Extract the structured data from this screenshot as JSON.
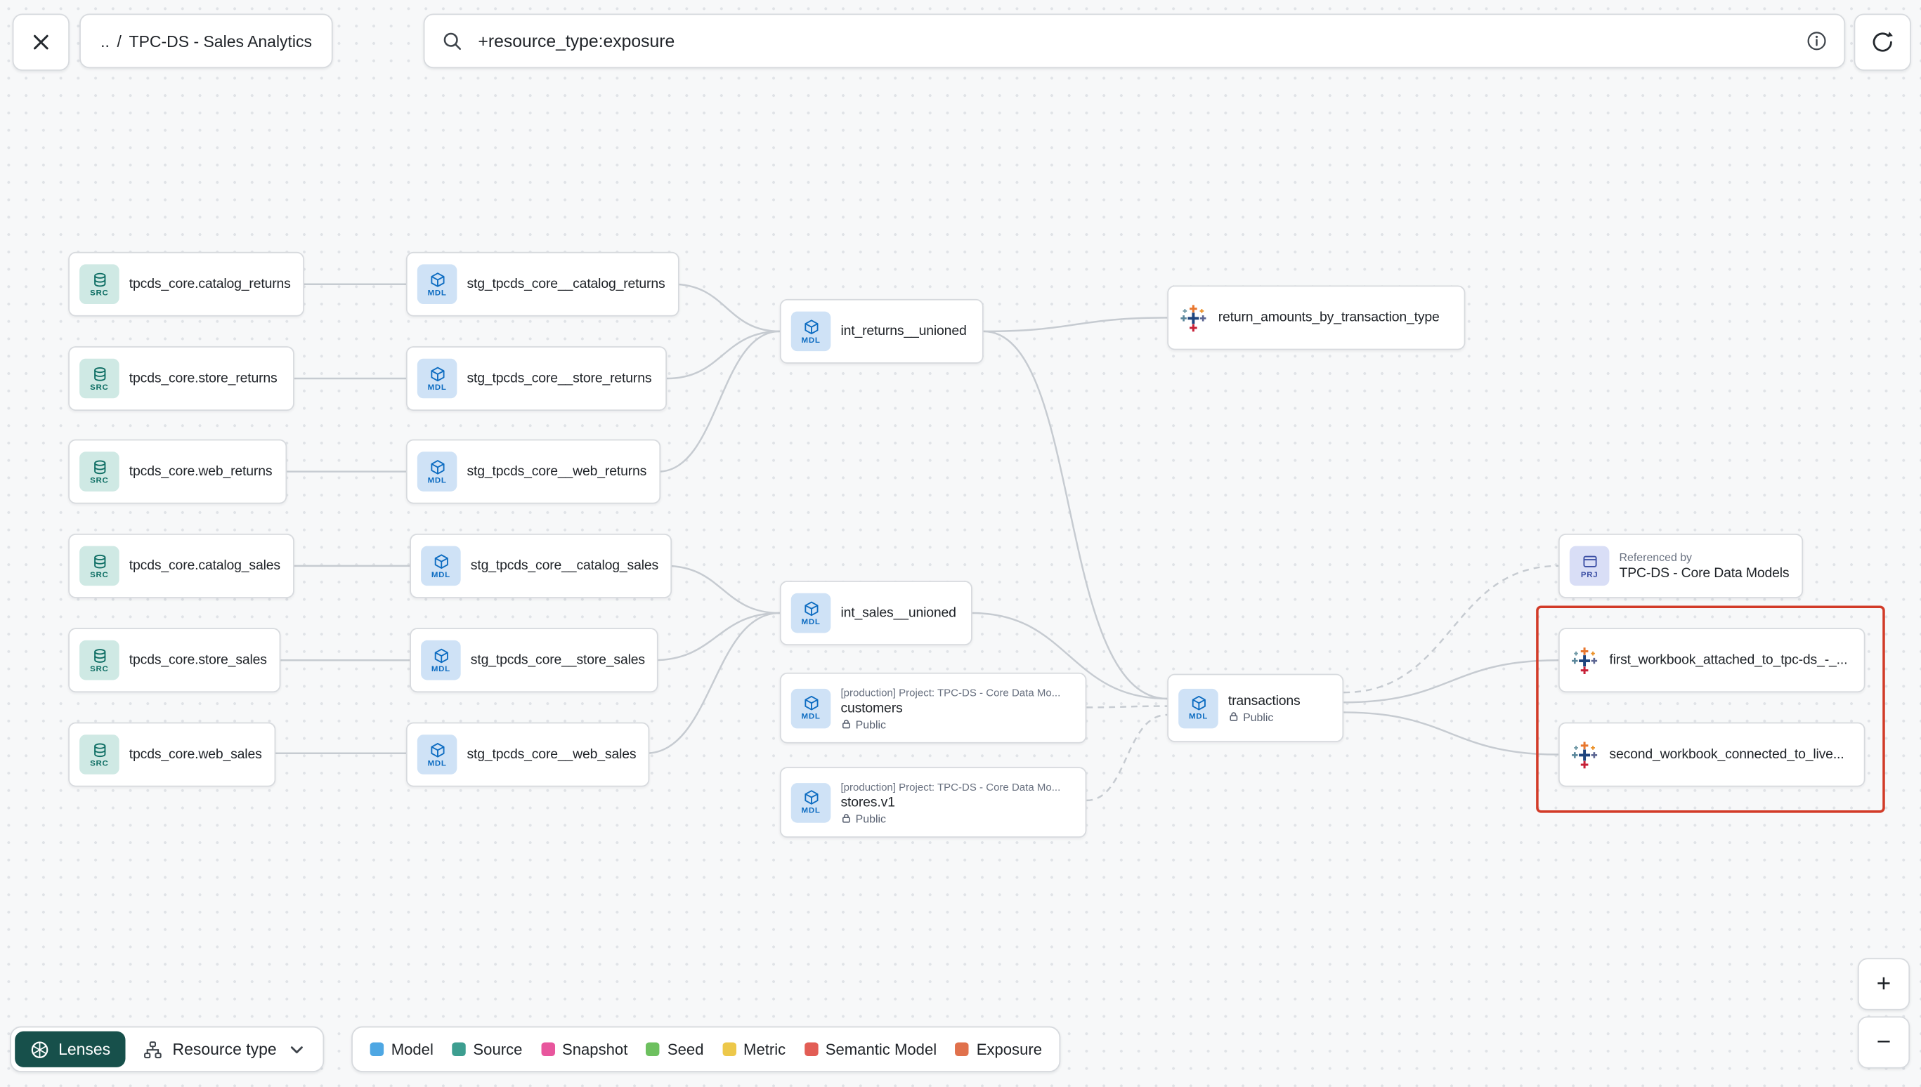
{
  "topbar": {
    "breadcrumb": {
      "up": "..",
      "separator": "/",
      "title": "TPC-DS - Sales Analytics"
    },
    "search": {
      "value": "+resource_type:exposure"
    }
  },
  "canvas": {
    "highlight_color": "#d23b28"
  },
  "nodes": {
    "src_catalog_returns": {
      "badge": "SRC",
      "label": "tpcds_core.catalog_returns"
    },
    "src_store_returns": {
      "badge": "SRC",
      "label": "tpcds_core.store_returns"
    },
    "src_web_returns": {
      "badge": "SRC",
      "label": "tpcds_core.web_returns"
    },
    "src_catalog_sales": {
      "badge": "SRC",
      "label": "tpcds_core.catalog_sales"
    },
    "src_store_sales": {
      "badge": "SRC",
      "label": "tpcds_core.store_sales"
    },
    "src_web_sales": {
      "badge": "SRC",
      "label": "tpcds_core.web_sales"
    },
    "stg_catalog_returns": {
      "badge": "MDL",
      "label": "stg_tpcds_core__catalog_returns"
    },
    "stg_store_returns": {
      "badge": "MDL",
      "label": "stg_tpcds_core__store_returns"
    },
    "stg_web_returns": {
      "badge": "MDL",
      "label": "stg_tpcds_core__web_returns"
    },
    "stg_catalog_sales": {
      "badge": "MDL",
      "label": "stg_tpcds_core__catalog_sales"
    },
    "stg_store_sales": {
      "badge": "MDL",
      "label": "stg_tpcds_core__store_sales"
    },
    "stg_web_sales": {
      "badge": "MDL",
      "label": "stg_tpcds_core__web_sales"
    },
    "int_returns": {
      "badge": "MDL",
      "label": "int_returns__unioned"
    },
    "int_sales": {
      "badge": "MDL",
      "label": "int_sales__unioned"
    },
    "customers": {
      "badge": "MDL",
      "project_header": "[production] Project: TPC-DS - Core Data Mo...",
      "label": "customers",
      "access": "Public"
    },
    "stores_v1": {
      "badge": "MDL",
      "project_header": "[production] Project: TPC-DS - Core Data Mo...",
      "label": "stores.v1",
      "access": "Public"
    },
    "exposure_return_amounts": {
      "label": "return_amounts_by_transaction_type"
    },
    "transactions": {
      "badge": "MDL",
      "label": "transactions",
      "access": "Public"
    },
    "referenced_by": {
      "badge": "PRJ",
      "header": "Referenced by",
      "label": "TPC-DS - Core Data Models"
    },
    "workbook_first": {
      "label": "first_workbook_attached_to_tpc-ds_-_..."
    },
    "workbook_second": {
      "label": "second_workbook_connected_to_live..."
    }
  },
  "footer": {
    "lenses_label": "Lenses",
    "resource_type_label": "Resource type",
    "legend": {
      "items": [
        {
          "label": "Model",
          "color": "#4ea7e3"
        },
        {
          "label": "Source",
          "color": "#3d9e90"
        },
        {
          "label": "Snapshot",
          "color": "#e8569d"
        },
        {
          "label": "Seed",
          "color": "#6dc05f"
        },
        {
          "label": "Metric",
          "color": "#edc84a"
        },
        {
          "label": "Semantic Model",
          "color": "#e25d55"
        },
        {
          "label": "Exposure",
          "color": "#e0714c"
        }
      ]
    }
  },
  "zoom_controls": {
    "zoom_in": "+",
    "zoom_out": "−"
  }
}
